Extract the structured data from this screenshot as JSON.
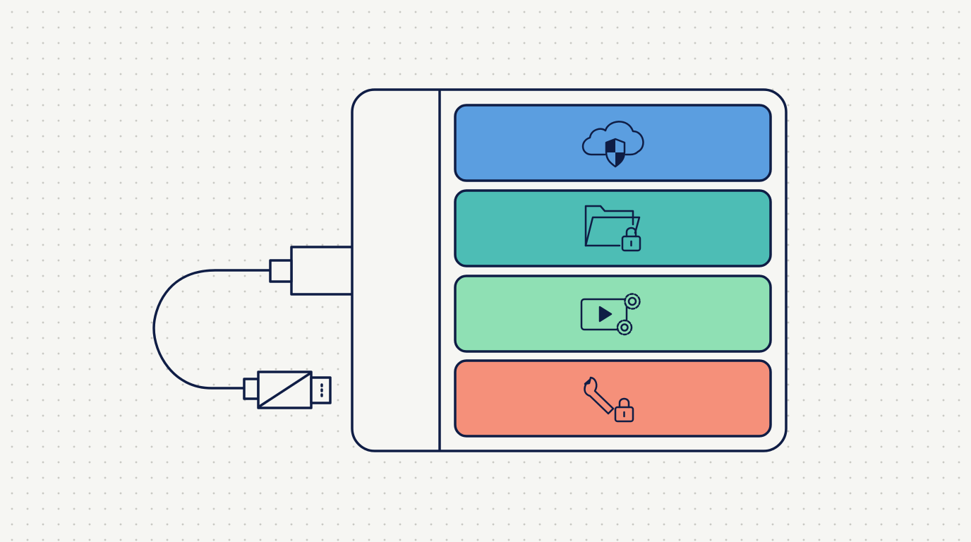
{
  "diagram": {
    "device": "external-drive",
    "cable": "usb-cable",
    "partitions": [
      {
        "name": "cloud-security",
        "icon": "cloud-shield-icon",
        "color": "#5b9ee0"
      },
      {
        "name": "secure-files",
        "icon": "folder-lock-icon",
        "color": "#4dbdb5"
      },
      {
        "name": "media-settings",
        "icon": "video-gears-icon",
        "color": "#8fe0b4"
      },
      {
        "name": "locked-tools",
        "icon": "wrench-lock-icon",
        "color": "#f5907a"
      }
    ],
    "outline_color": "#0f1d45",
    "device_fill": "#f6f6f3"
  }
}
